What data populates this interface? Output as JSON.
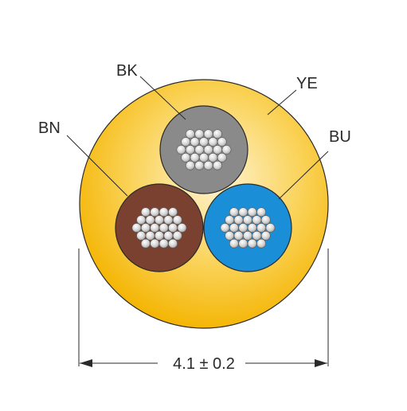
{
  "labels": {
    "bk": "BK",
    "ye": "YE",
    "bn": "BN",
    "bu": "BU"
  },
  "dimension": {
    "text": "4.1 ± 0.2"
  },
  "colors": {
    "jacket": "#f6b800",
    "jacket_highlight": "#fff2c8",
    "black_core": "#8c8c8c",
    "brown_core": "#7a4030",
    "blue_core": "#1a8ed6",
    "strand": "#d6d6d6",
    "line": "#2a2a2a"
  }
}
